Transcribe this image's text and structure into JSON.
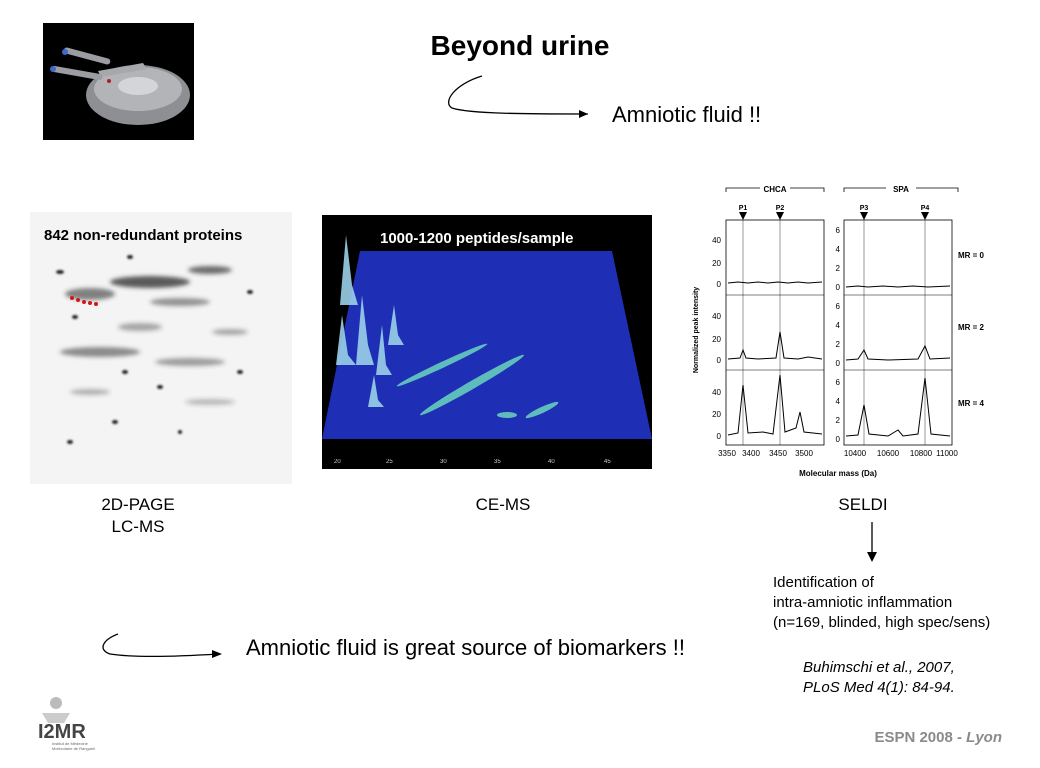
{
  "slide": {
    "title": "Beyond urine",
    "amniotic_note": "Amniotic fluid !!",
    "conclusion": "Amniotic fluid is great source of biomarkers !!",
    "footer": {
      "event": "ESPN 2008 - ",
      "city": "Lyon"
    }
  },
  "panels": {
    "gel": {
      "overlay_label": "842 non-redundant proteins",
      "caption_line1": "2D-PAGE",
      "caption_line2": "LC-MS"
    },
    "ce": {
      "overlay_label": "1000-1200 peptides/sample",
      "caption": "CE-MS"
    },
    "seldi": {
      "caption": "SELDI",
      "chart": {
        "group_labels": [
          "CHCA",
          "SPA"
        ],
        "peaks": [
          "P1",
          "P2",
          "P3",
          "P4"
        ],
        "row_labels": [
          "MR = 0",
          "MR = 2",
          "MR = 4"
        ],
        "y_ticks_left": [
          "40",
          "20",
          "0"
        ],
        "y_ticks_right": [
          "6",
          "4",
          "2",
          "0"
        ],
        "x_ticks_left": [
          "3350",
          "3400",
          "3450",
          "3500"
        ],
        "x_ticks_right": [
          "10400",
          "10600",
          "10800",
          "11000"
        ],
        "ylabel": "Normalized peak intensity",
        "xlabel": "Molecular mass (Da)"
      }
    }
  },
  "identification": {
    "line1": "Identification of",
    "line2": "intra-amniotic inflammation",
    "line3": "(n=169, blinded, high spec/sens)"
  },
  "citation": {
    "line1": "Buhimschi et al., 2007,",
    "line2": "PLoS Med 4(1): 84-94."
  },
  "logo": {
    "text": "I2MR",
    "subtitle1": "Institut de Médecine",
    "subtitle2": "Moléculaire de Rangueil"
  },
  "colors": {
    "ce_background": "#1e2fb5",
    "footer_gray": "#8a8a8a"
  }
}
